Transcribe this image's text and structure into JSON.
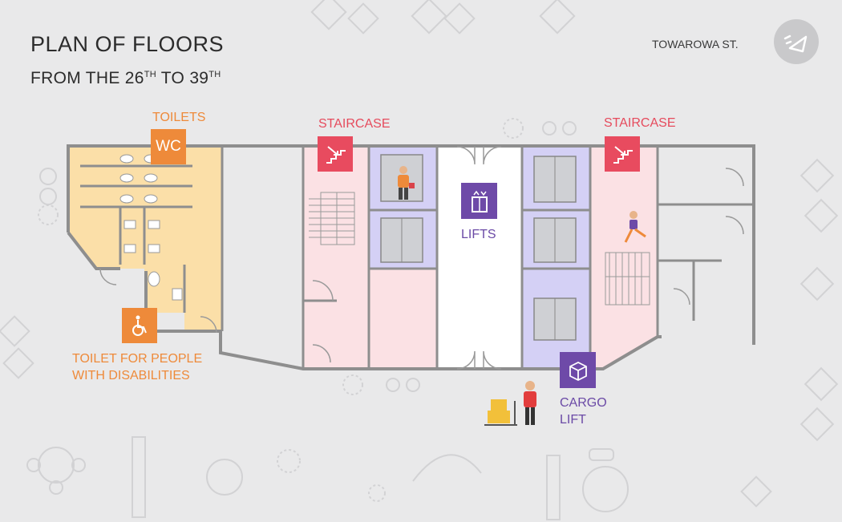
{
  "header": {
    "title": "PLAN OF FLOORS",
    "subtitle_prefix": "FROM THE 26",
    "subtitle_sup1": "TH",
    "subtitle_middle": " TO 39",
    "subtitle_sup2": "TH",
    "street": "TOWAROWA ST."
  },
  "labels": {
    "toilets": "TOILETS",
    "wc": "WC",
    "staircase_left": "STAIRCASE",
    "staircase_right": "STAIRCASE",
    "lifts": "LIFTS",
    "toilet_disabled_line1": "TOILET FOR PEOPLE",
    "toilet_disabled_line2": "WITH DISABILITIES",
    "cargo_line1": "CARGO",
    "cargo_line2": "LIFT"
  },
  "icons": {
    "logo": "compass-triangle-logo-icon",
    "wc": "wc-icon",
    "wheelchair": "wheelchair-icon",
    "staircase": "staircase-icon",
    "lifts": "lift-arrows-icon",
    "cargo": "cargo-box-icon"
  },
  "colors": {
    "background": "#e9e9ea",
    "toilets_zone": "#fbdfa8",
    "staircase_zone": "#fbe1e4",
    "lift_zone": "#d4d0f5",
    "orange": "#ee8a3a",
    "red": "#e84b5f",
    "purple": "#6e4aa8",
    "wall": "#8e8e8e"
  }
}
